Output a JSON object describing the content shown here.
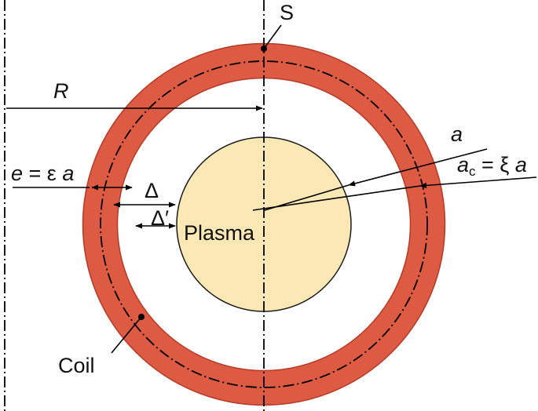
{
  "labels": {
    "s": "S",
    "r": "R",
    "e_lhs": "e",
    "e_mid": " = ε ",
    "e_a": "a",
    "delta": "Δ",
    "delta_prime": "Δ′",
    "plasma": "Plasma",
    "coil": "Coil",
    "a": "a",
    "ac_a": "a",
    "ac_sub": "c",
    "ac_mid": " = ξ ",
    "ac_a2": "a"
  },
  "colors": {
    "coil": "#dd5a43",
    "coil_edge": "#b63a28",
    "plasma": "#fbe8b4",
    "plasma_edge": "#1a1a1a",
    "line": "#000000"
  }
}
